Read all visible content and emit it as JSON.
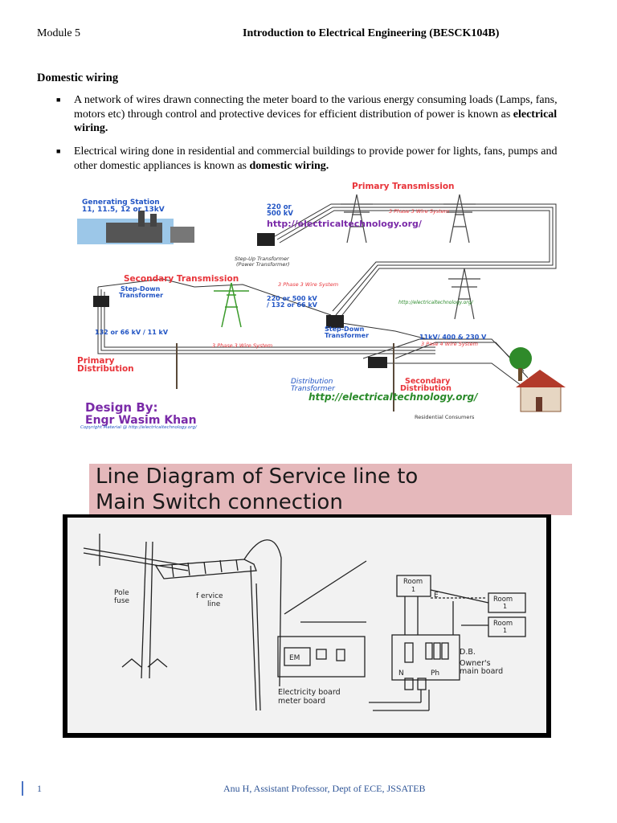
{
  "header": {
    "module": "Module 5",
    "course": "Introduction to Electrical Engineering (BESCK104B)"
  },
  "section_title": "Domestic wiring",
  "bullets": [
    {
      "text": "A network of wires drawn connecting the meter board to the various energy consuming loads (Lamps, fans, motors etc) through control and protective devices for efficient distribution of power is known as ",
      "bold": "electrical wiring."
    },
    {
      "text": "Electrical wiring done in residential and commercial buildings to provide power for lights, fans, pumps and other domestic appliances is known as ",
      "bold": "domestic wiring."
    }
  ],
  "figure1": {
    "primary_transmission": "Primary Transmission",
    "gen_station_1": "Generating Station",
    "gen_station_2": "11, 11.5, 12 or 13kV",
    "v220_1": "220 or",
    "v220_2": "500 kV",
    "phase3_top": "3 Phase 3 Wire System",
    "url": "http://electricaltechnology.org/",
    "stepup_1": "Step-Up Transformer",
    "stepup_2": "(Power Transformer)",
    "secondary_transmission": "Secondary Transmission",
    "phase3_mid": "3 Phase 3 Wire System",
    "stepdown_left_1": "Step-Down",
    "stepdown_left_2": "Transformer",
    "v220_mid_1": "220 or 500 kV",
    "v220_mid_2": "/ 132 or 66 kV",
    "url_small": "http://electricaltechnology.org/",
    "v132": "132 or 66 kV / 11 kV",
    "stepdown_mid_1": "Step-Down",
    "stepdown_mid_2": "Transformer",
    "v11kv": "11kV/ 400 & 230 V",
    "phase4": "3 Pase 4 Wire System",
    "phase3_low": "3 Phase 3 Wire System",
    "primary_distribution_1": "Primary",
    "primary_distribution_2": "Distribution",
    "dist_transformer_1": "Distribution",
    "dist_transformer_2": "Transformer",
    "secondary_distribution_1": "Secondary",
    "secondary_distribution_2": "Distribution",
    "url_bottom": "http://electricaltechnology.org/",
    "design_by": "Design By:",
    "author": "Engr Wasim Khan",
    "copyright": "Copyright Material @ http://electricaltechnology.org/",
    "residential": "Residential Consumers"
  },
  "banner": {
    "line1": "Line Diagram of Service line to",
    "line2": "Main Switch connection"
  },
  "figure2": {
    "pole_fuse_1": "Pole",
    "pole_fuse_2": "fuse",
    "service_line_1": "f ervice",
    "service_line_2": "line",
    "room_top": "Room",
    "room_top_n": "1",
    "e_label": "E",
    "room_r1": "Room",
    "room_r1_n": "1",
    "room_r2": "Room",
    "room_r2_n": "1",
    "em": "EM",
    "db": "D.B.",
    "n_label": "N",
    "ph_label": "Ph",
    "owners_1": "Owner's",
    "owners_2": "main board",
    "eb_1": "Electricity board",
    "eb_2": "meter board"
  },
  "footer": {
    "page": "1",
    "author": "Anu H, Assistant Professor, Dept of ECE, JSSATEB"
  },
  "colors": {
    "banner_bg": "#e5b8bb",
    "footer_text": "#2f5597",
    "diagram_red": "#e8343a",
    "diagram_blue": "#2255c4",
    "diagram_purple": "#7a2aa8"
  }
}
